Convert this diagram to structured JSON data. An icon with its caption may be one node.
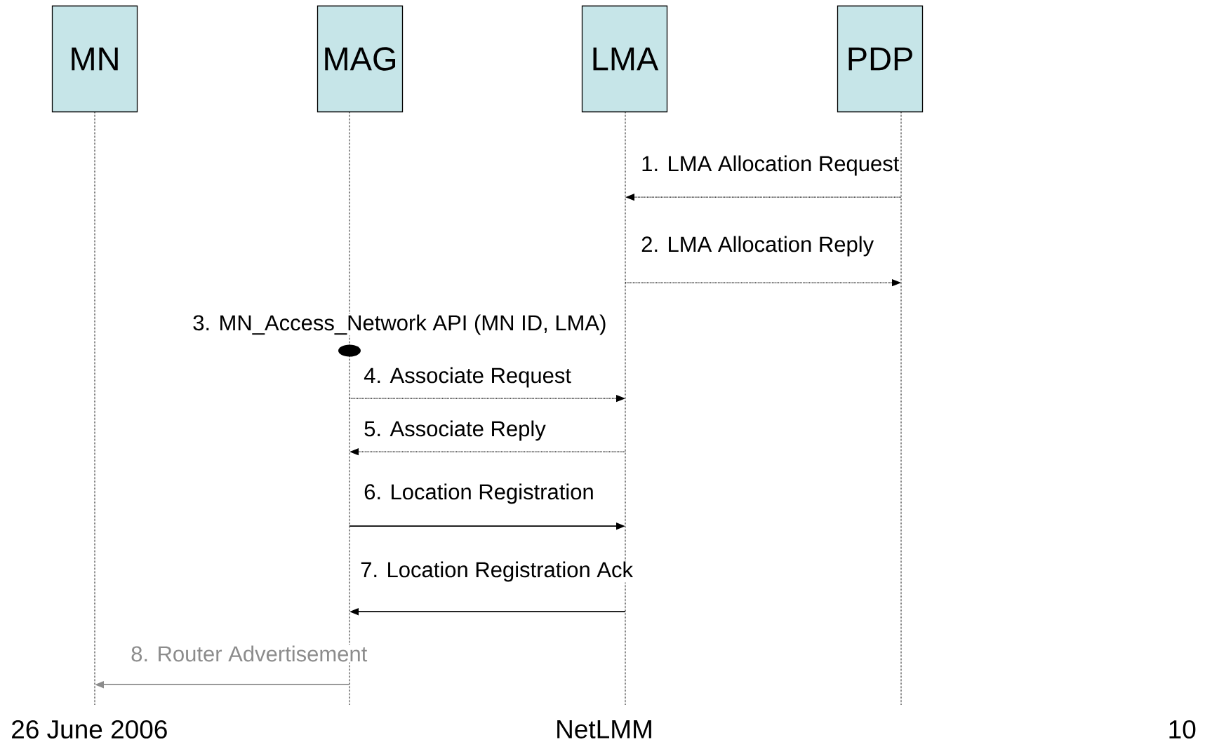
{
  "diagram": {
    "nodes": [
      {
        "text": [
          "MN"
        ]
      },
      {
        "text": [
          "MAG"
        ]
      },
      {
        "text": [
          "LMA"
        ]
      },
      {
        "text": [
          "PDP"
        ]
      },
      {
        "text": [],
        "shape": "ellipse",
        "in": 1,
        "beside": [
          "3. MN_Access_Network API (MN ID, LMA)"
        ]
      }
    ],
    "edges": [
      {
        "from": 3,
        "to": 2,
        "arrow": "to",
        "style": "dashed",
        "label": "1. LMA Allocation Request"
      },
      {
        "from": 2,
        "to": 3,
        "arrow": "to",
        "style": "dashed",
        "label": "2. LMA Allocation Reply"
      },
      {
        "from": 1,
        "to": 2,
        "arrow": "to",
        "style": "dashed",
        "label": "4. Associate Request"
      },
      {
        "from": 2,
        "to": 1,
        "arrow": "to",
        "style": "dashed",
        "label": "5. Associate Reply"
      },
      {
        "from": 1,
        "to": 2,
        "arrow": "to",
        "label": "6. Location Registration"
      },
      {
        "from": 2,
        "to": 1,
        "arrow": "to",
        "label": "7. Location Registration Ack"
      },
      {
        "from": 1,
        "to": 0,
        "arrow": "to",
        "color": "#8c8c8c",
        "label": "8. Router Advertisement"
      }
    ],
    "labels": [
      "26 June 2006",
      "NetLMM",
      "10"
    ]
  }
}
